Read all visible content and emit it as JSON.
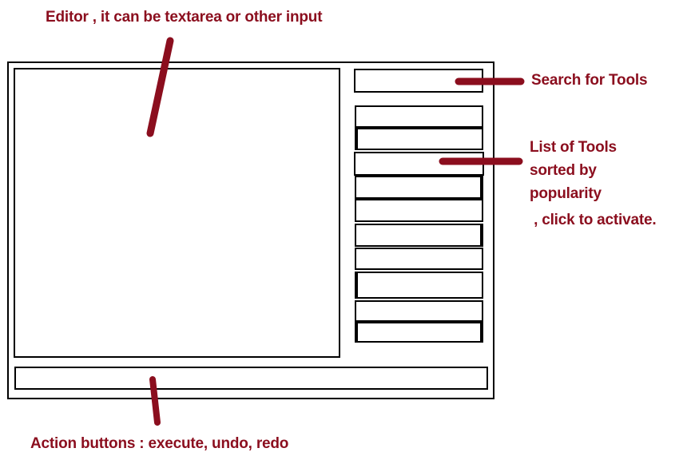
{
  "colors": {
    "annotation": "#8B0E1E",
    "box_border": "#000000",
    "background": "#FFFFFF"
  },
  "annotations": {
    "editor_note": "Editor , it can be textarea or other input",
    "search_note": "Search for Tools",
    "tool_list_note_lines": [
      "List of Tools",
      "sorted by",
      "popularity"
    ],
    "tool_list_activate_note": " , click to activate.",
    "action_buttons_note": "Action buttons : execute, undo, redo"
  },
  "wireframe": {
    "tool_list": {
      "item_count": 10
    }
  }
}
